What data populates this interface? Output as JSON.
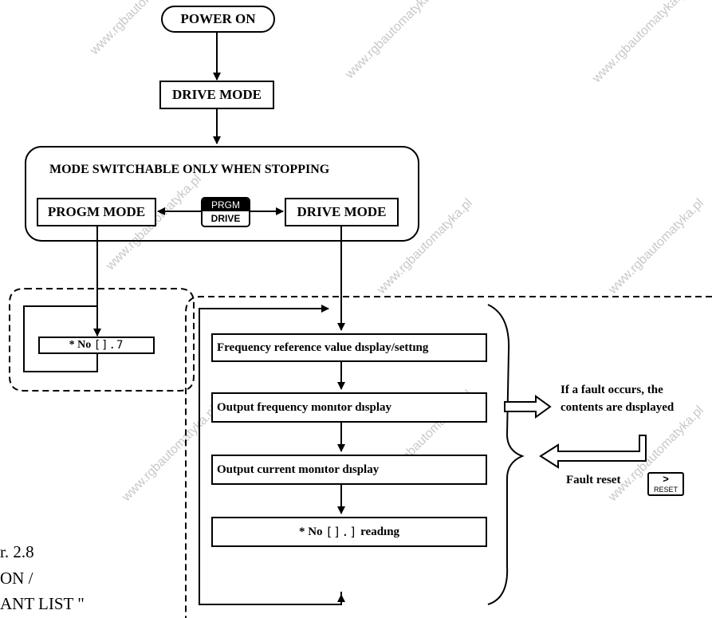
{
  "diagram": {
    "power_on": "POWER ON",
    "drive_mode_top": "DRIVE MODE",
    "switch_note": "MODE SWITCHABLE ONLY WHEN STOPPING",
    "progm_mode": "PROGM MODE",
    "drive_mode_right": "DRIVE MODE",
    "key_prgm_drive": {
      "top": "PRGM",
      "bottom": "DRIVE"
    },
    "progm_list_item": {
      "prefix": "* No",
      "code": "[].7"
    },
    "drive_sequence": [
      {
        "label": "Frequency reference value dısplay/settıng"
      },
      {
        "label": "Output frequency monıtor dısplay"
      },
      {
        "label": "Output current monıtor dısplay"
      },
      {
        "prefix": "* No",
        "code": "[].]",
        "suffix": "readıng"
      }
    ],
    "fault_occurs": "If a fault occurs, the contents are dısplayed",
    "fault_reset": "Fault reset",
    "key_reset": {
      "top": ">",
      "bottom": "RESET"
    },
    "left_partial_text": [
      "r. 2.8",
      "ON /",
      "ANT LIST \""
    ]
  },
  "colors": {
    "line": "#000000",
    "key_fill": "#000000",
    "watermark": "#c8c8c8"
  },
  "watermark": "www.rgbautomatyka.pl"
}
